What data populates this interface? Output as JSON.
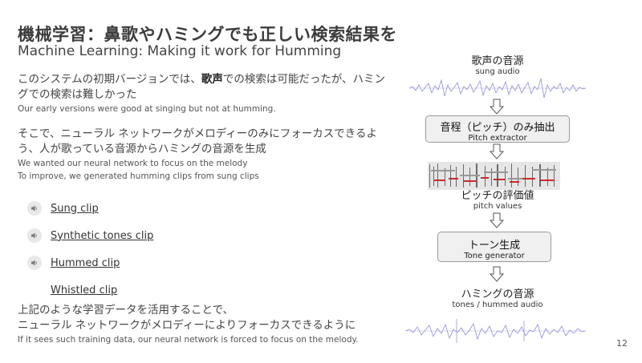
{
  "title": {
    "jp": "機械学習：鼻歌やハミングでも正しい検索結果を",
    "en": "Machine Learning: Making it work for Humming"
  },
  "para1": {
    "jp_pre": "このシステムの初期バージョンでは、",
    "jp_bold": "歌声",
    "jp_post": "での検索は可能だったが、ハミングでの検索は難しかった",
    "en": "Our early versions were  good at singing but not at humming."
  },
  "para2": {
    "jp": "そこで、ニューラル ネットワークがメロディーのみにフォーカスできるよう、人が歌っている音源からハミングの音源を生成",
    "en1": "We wanted our neural network to focus on the melody",
    "en2": "To improve, we generated humming clips from sung clips"
  },
  "clips": [
    {
      "label": "Sung clip",
      "icon": "speaker-icon"
    },
    {
      "label": "Synthetic tones clip",
      "icon": "speaker-icon"
    },
    {
      "label": "Hummed clip",
      "icon": "speaker-icon"
    },
    {
      "label": "Whistled clip",
      "icon": ""
    }
  ],
  "para3": {
    "jp1": "上記のような学習データを活用することで、",
    "jp2": "ニューラル ネットワークがメロディーによりフォーカスできるように",
    "en": "If it sees such training data, our neural network is forced to focus on the melody."
  },
  "diagram": {
    "sung_jp": "歌声の音源",
    "sung_en": "sung audio",
    "pitch_extractor_jp": "音程（ピッチ）のみ抽出",
    "pitch_extractor_en": "Pitch extractor",
    "pitch_values_jp": "ピッチの評価値",
    "pitch_values_en": "pitch values",
    "tone_gen_jp": "トーン生成",
    "tone_gen_en": "Tone generator",
    "output_jp": "ハミングの音源",
    "output_en": "tones / hummed audio"
  },
  "page_number": "12"
}
